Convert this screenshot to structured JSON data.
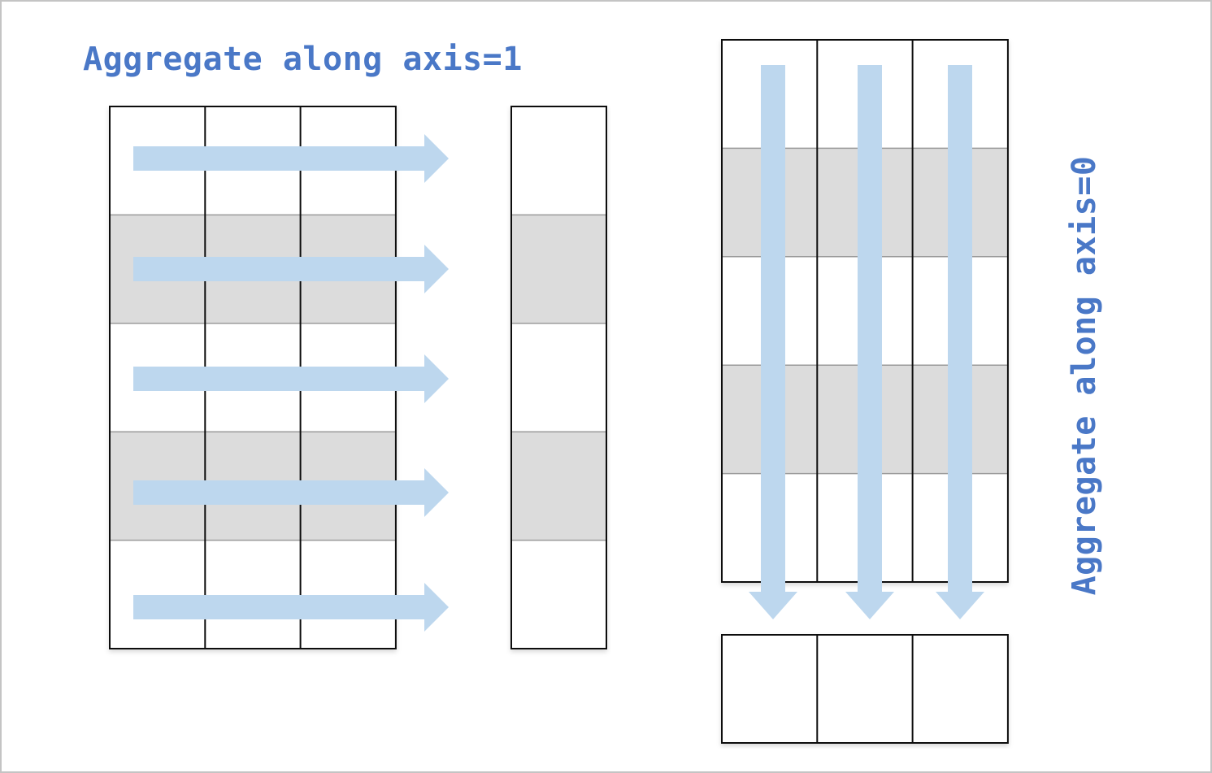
{
  "labels": {
    "axis1": "Aggregate along axis=1",
    "axis0": "Aggregate along axis=0"
  },
  "colors": {
    "label": "#4a78c7",
    "arrow": "#bdd7ee",
    "row_shade": "#dcdcdc",
    "grid_line": "#111111",
    "frame": "#c4c4c4"
  },
  "left_diagram": {
    "columns": 3,
    "rows": 5,
    "shaded_rows": [
      1,
      3
    ],
    "result_columns": 1
  },
  "right_diagram": {
    "columns": 3,
    "rows": 5,
    "shaded_rows": [
      1,
      3
    ],
    "result_rows": 1
  }
}
